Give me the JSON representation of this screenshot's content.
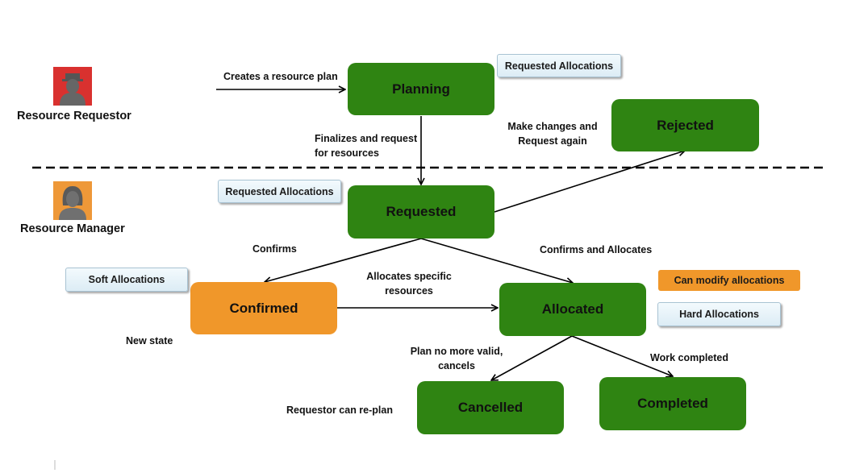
{
  "colors": {
    "state_green": "#2f8412",
    "state_orange": "#f0972a",
    "requestor_avatar_bg": "#d9312f",
    "manager_avatar_bg": "#ee9838",
    "tag_bg": "#e6f2f8"
  },
  "actors": {
    "requestor": {
      "name": "Resource Requestor",
      "icon": "male-user-icon"
    },
    "manager": {
      "name": "Resource Manager",
      "icon": "female-user-icon"
    }
  },
  "states": {
    "planning": "Planning",
    "rejected": "Rejected",
    "requested": "Requested",
    "confirmed": "Confirmed",
    "allocated": "Allocated",
    "cancelled": "Cancelled",
    "completed": "Completed"
  },
  "tags": {
    "planning_tag": "Requested Allocations",
    "requested_tag": "Requested Allocations",
    "confirmed_tag": "Soft Allocations",
    "allocated_modify": "Can modify allocations",
    "allocated_tag": "Hard Allocations"
  },
  "transitions": {
    "create_plan": "Creates a resource plan",
    "finalize_request": "Finalizes and request\nfor resources",
    "make_changes": "Make changes  and\nRequest again",
    "confirms": "Confirms",
    "confirms_allocates": "Confirms and Allocates",
    "allocates_specific": "Allocates specific\nresources",
    "plan_invalid": "Plan no more valid,\ncancels",
    "work_completed": "Work completed"
  },
  "notes": {
    "new_state": "New state",
    "requestor_replan": "Requestor can re-plan"
  }
}
